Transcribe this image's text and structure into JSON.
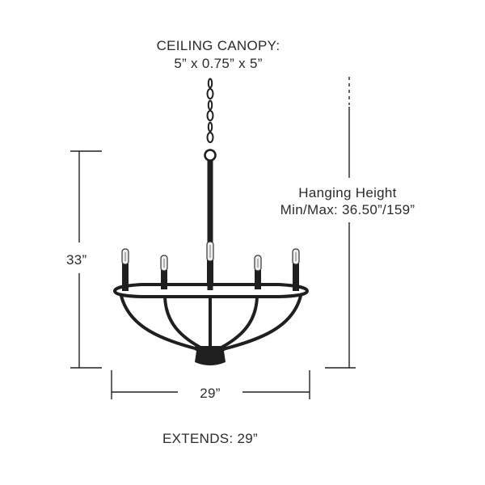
{
  "canopy": {
    "title": "CEILING CANOPY:",
    "size": "5” x 0.75” x 5”"
  },
  "hanging": {
    "title": "Hanging Height",
    "value": "Min/Max: 36.50”/159”"
  },
  "height_label": "33”",
  "width_label": "29”",
  "extends_label": "EXTENDS: 29”",
  "colors": {
    "fixture": "#1f1f1f",
    "lines": "#222222",
    "text": "#2b2b2b",
    "bulb": "#eeeeee"
  }
}
